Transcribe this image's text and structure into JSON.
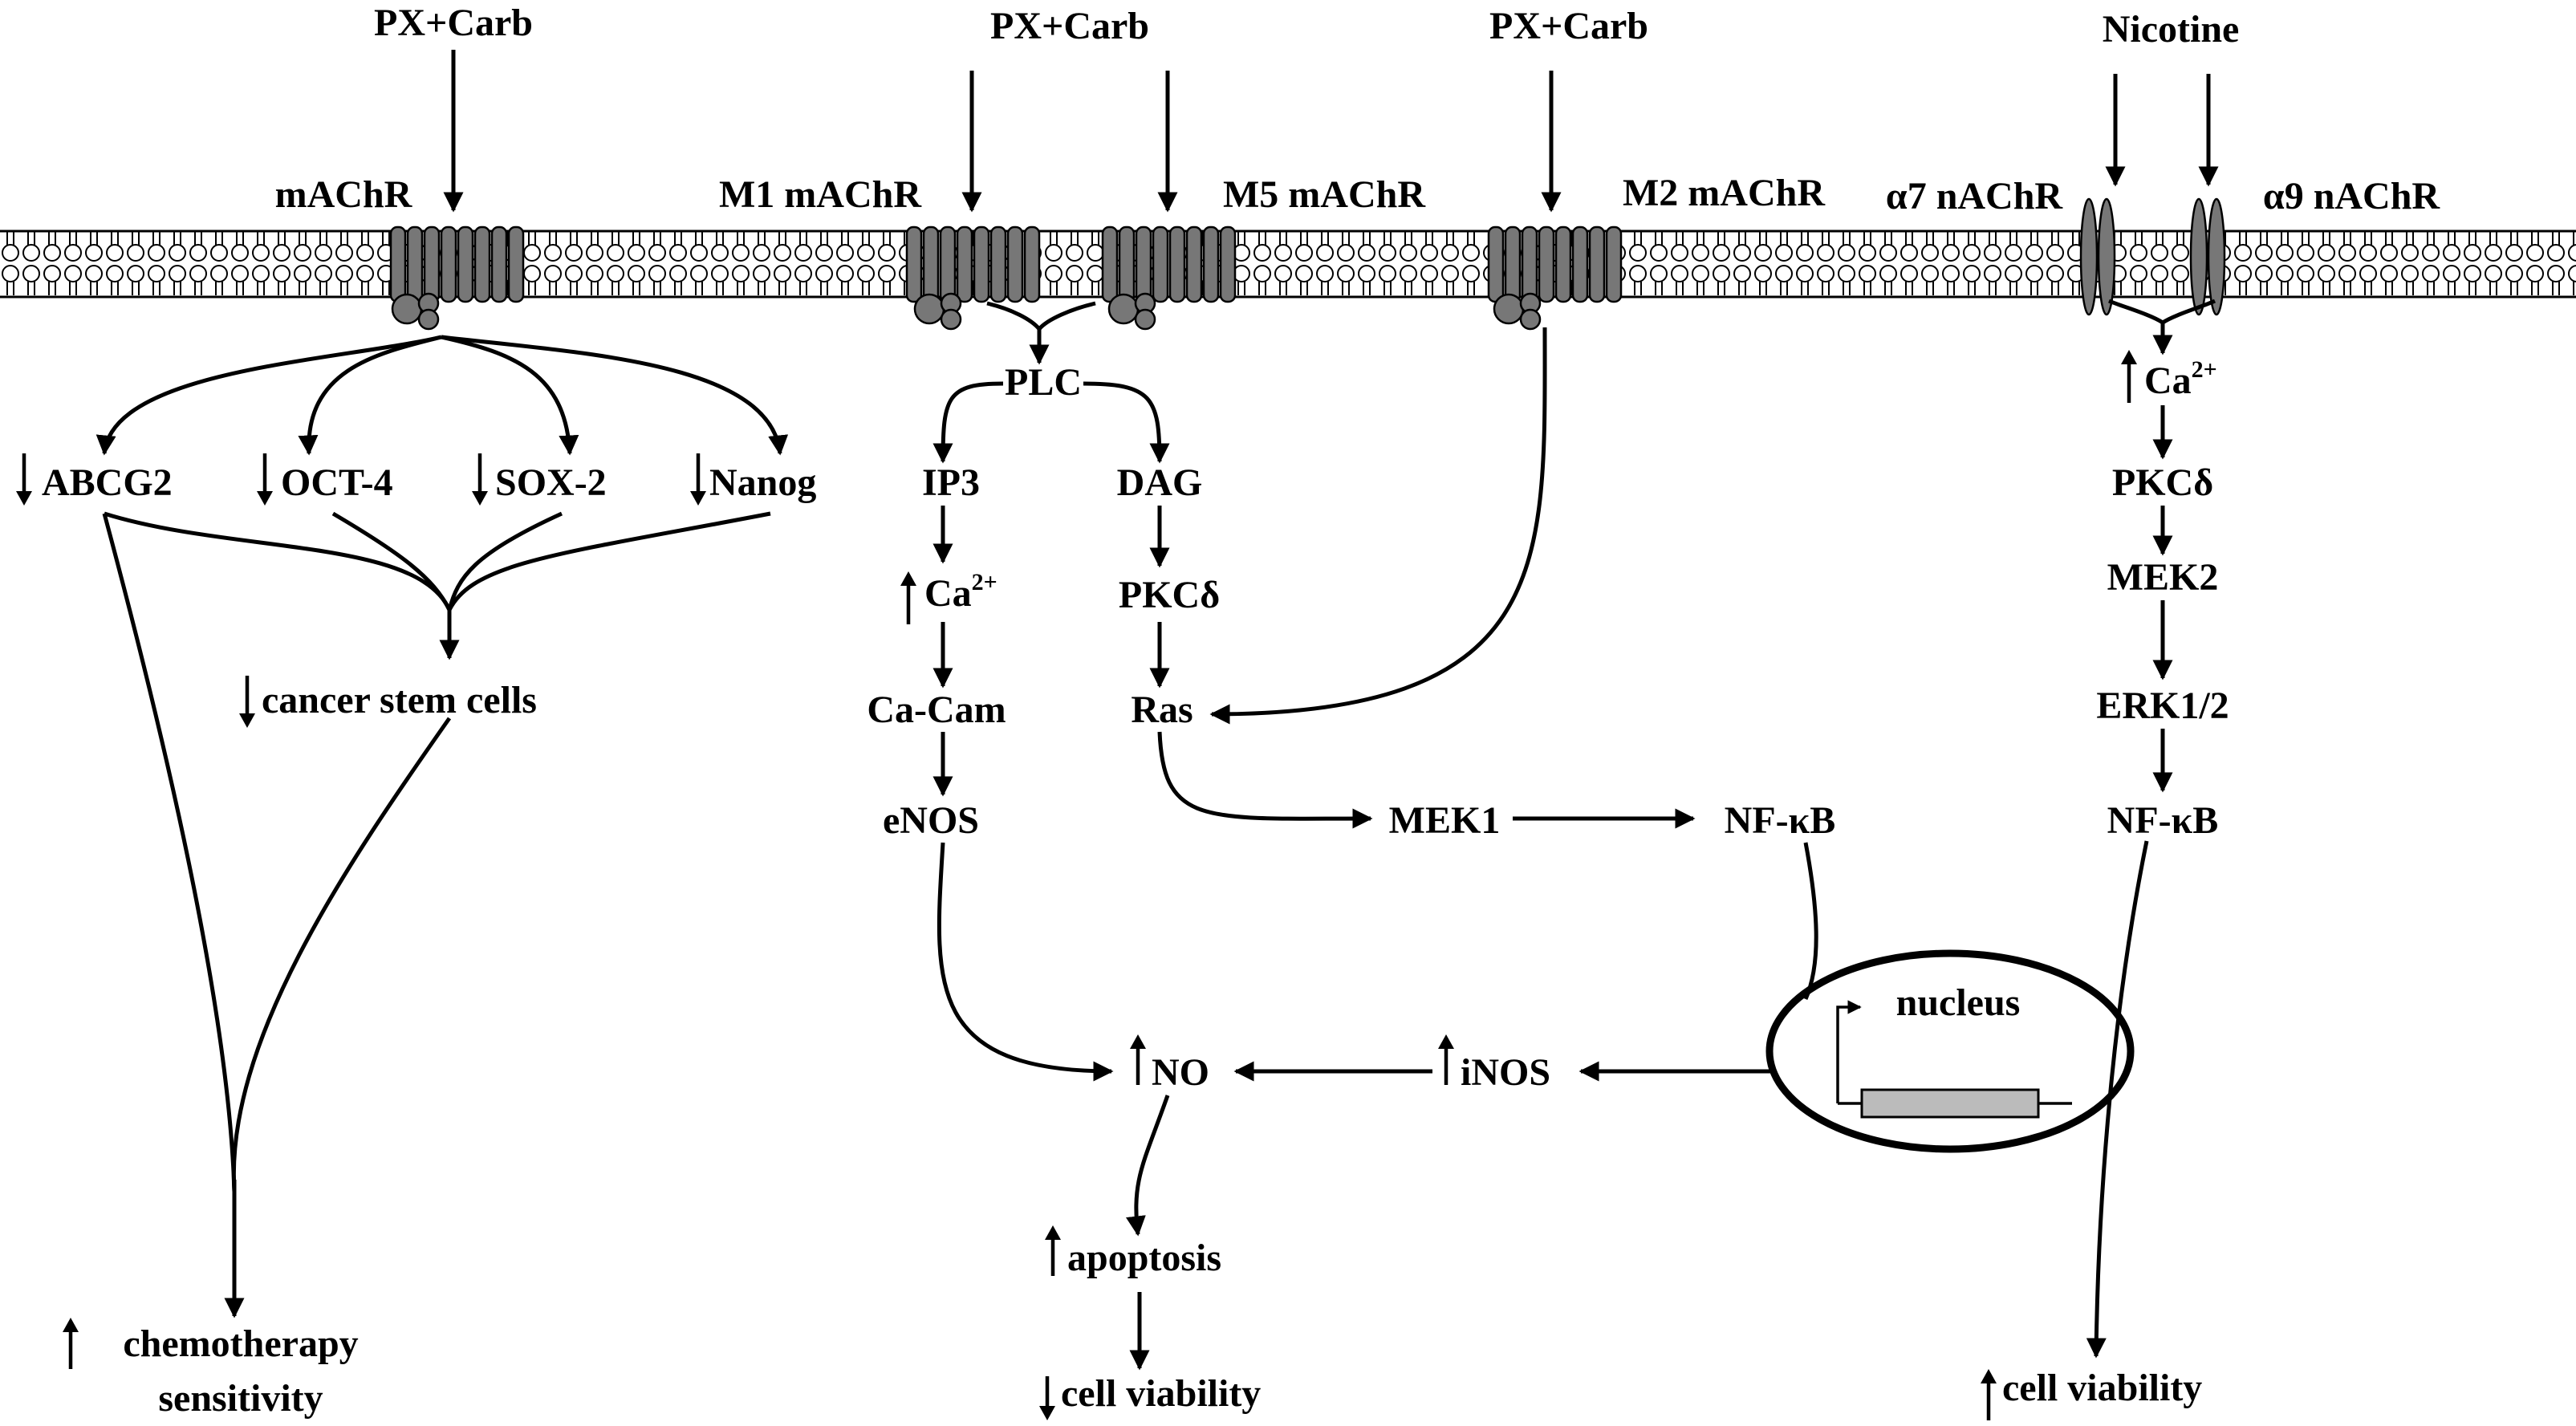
{
  "labels": {
    "px_carb_1": "PX+Carb",
    "px_carb_2": "PX+Carb",
    "px_carb_3": "PX+Carb",
    "nicotine": "Nicotine",
    "machr": "mAChR",
    "m1_machr": "M1 mAChR",
    "m5_machr": "M5 mAChR",
    "m2_machr": "M2 mAChR",
    "a7_nachr": "α7 nAChR",
    "a9_nachr": "α9 nAChR",
    "abcg2": "ABCG2",
    "oct4": "OCT-4",
    "sox2": "SOX-2",
    "nanog": "Nanog",
    "cancer_stem_cells": "cancer stem cells",
    "chemo_line1": "chemotherapy",
    "chemo_line2": "sensitivity",
    "plc": "PLC",
    "ip3": "IP3",
    "dag": "DAG",
    "ca_m": "Ca",
    "ca_m_sup": "2+",
    "pkcd_m": "PKCδ",
    "ca_cam": "Ca-Cam",
    "ras": "Ras",
    "enos": "eNOS",
    "mek1": "MEK1",
    "nfkb_m": "NF-κB",
    "no": "NO",
    "inos": "iNOS",
    "nucleus": "nucleus",
    "apoptosis": "apoptosis",
    "cell_viability_down": "cell viability",
    "ca_n": "Ca",
    "ca_n_sup": "2+",
    "pkcd_n": "PKCδ",
    "mek2": "MEK2",
    "erk12": "ERK1/2",
    "nfkb_n": "NF-κB",
    "cell_viability_up": "cell viability"
  },
  "colors": {
    "ink": "#000000",
    "receptor": "#777777",
    "gene_box": "#bbbbbb",
    "membrane_fill": "#ffffff"
  }
}
